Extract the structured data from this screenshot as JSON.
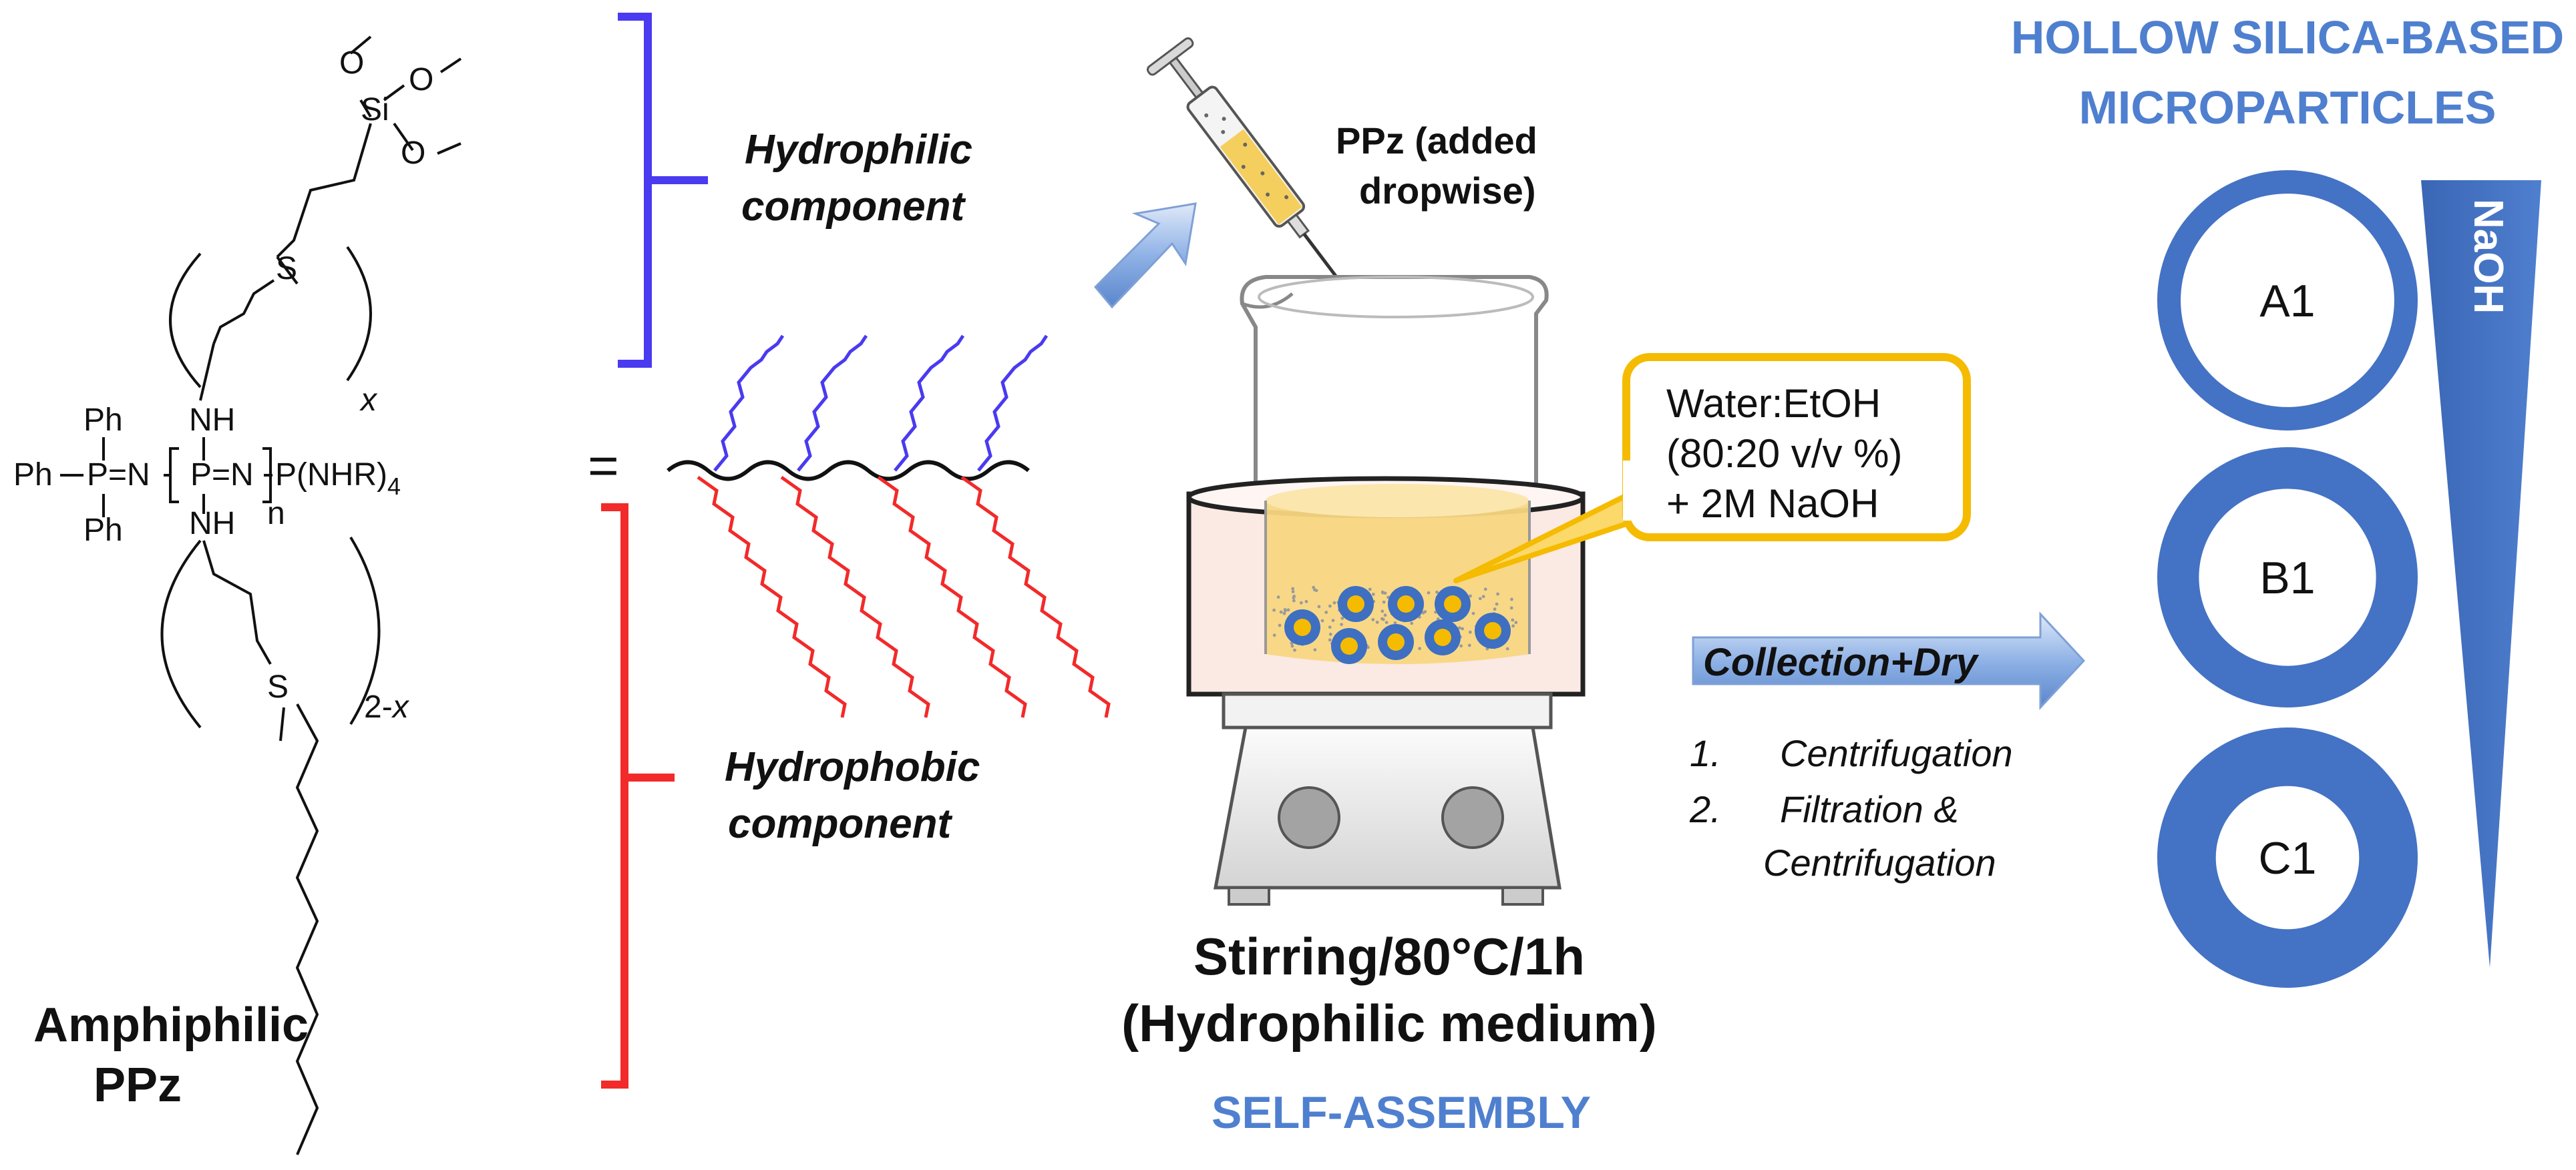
{
  "colors": {
    "hydrophilic": "#4a3af0",
    "hydrophobic": "#f22a2a",
    "accent_blue": "#4f7fcf",
    "ring_blue": "#4472c4",
    "callout_border": "#f5bb00",
    "solution": "#f8d782"
  },
  "structure": {
    "ph_top": "Ph",
    "ph_left": "Ph",
    "ph_bottom": "Ph",
    "p_eq_n": "P=N",
    "bracket_core": "P=N",
    "end_group": "P(NHR)",
    "end_sub": "4",
    "nh_top": "NH",
    "nh_bottom": "NH",
    "n_sub": "n",
    "s_top": "S",
    "s_bottom": "S",
    "si": "Si",
    "o1": "O",
    "o2": "O",
    "o3": "O",
    "x_sub": "x",
    "two_x_prefix": "2-",
    "two_x_var": "x",
    "title_line1": "Amphiphilic",
    "title_line2": "PPz"
  },
  "equals": "=",
  "components": {
    "hydrophilic_line1": "Hydrophilic",
    "hydrophilic_line2": "component",
    "hydrophobic_line1": "Hydrophobic",
    "hydrophobic_line2": "component"
  },
  "syringe_label": {
    "line1": "PPz (added",
    "line2": "dropwise)"
  },
  "callout": {
    "line1": "Water:EtOH",
    "line2": "(80:20 v/v %)",
    "line3": "+ 2M NaOH"
  },
  "conditions": {
    "line1": "Stirring/80°C/1h",
    "line2": "(Hydrophilic medium)"
  },
  "self_assembly": "SELF-ASSEMBLY",
  "collection": {
    "arrow_label": "Collection+Dry",
    "step1_num": "1.",
    "step1": "Centrifugation",
    "step2_num": "2.",
    "step2_line1": "Filtration &",
    "step2_line2": "Centrifugation"
  },
  "result": {
    "title_line1": "HOLLOW SILICA-BASED",
    "title_line2": "MICROPARTICLES",
    "naoh_label": "NaOH",
    "particles": [
      {
        "label": "A1",
        "shell_fraction": 0.18
      },
      {
        "label": "B1",
        "shell_fraction": 0.32
      },
      {
        "label": "C1",
        "shell_fraction": 0.45
      }
    ]
  }
}
